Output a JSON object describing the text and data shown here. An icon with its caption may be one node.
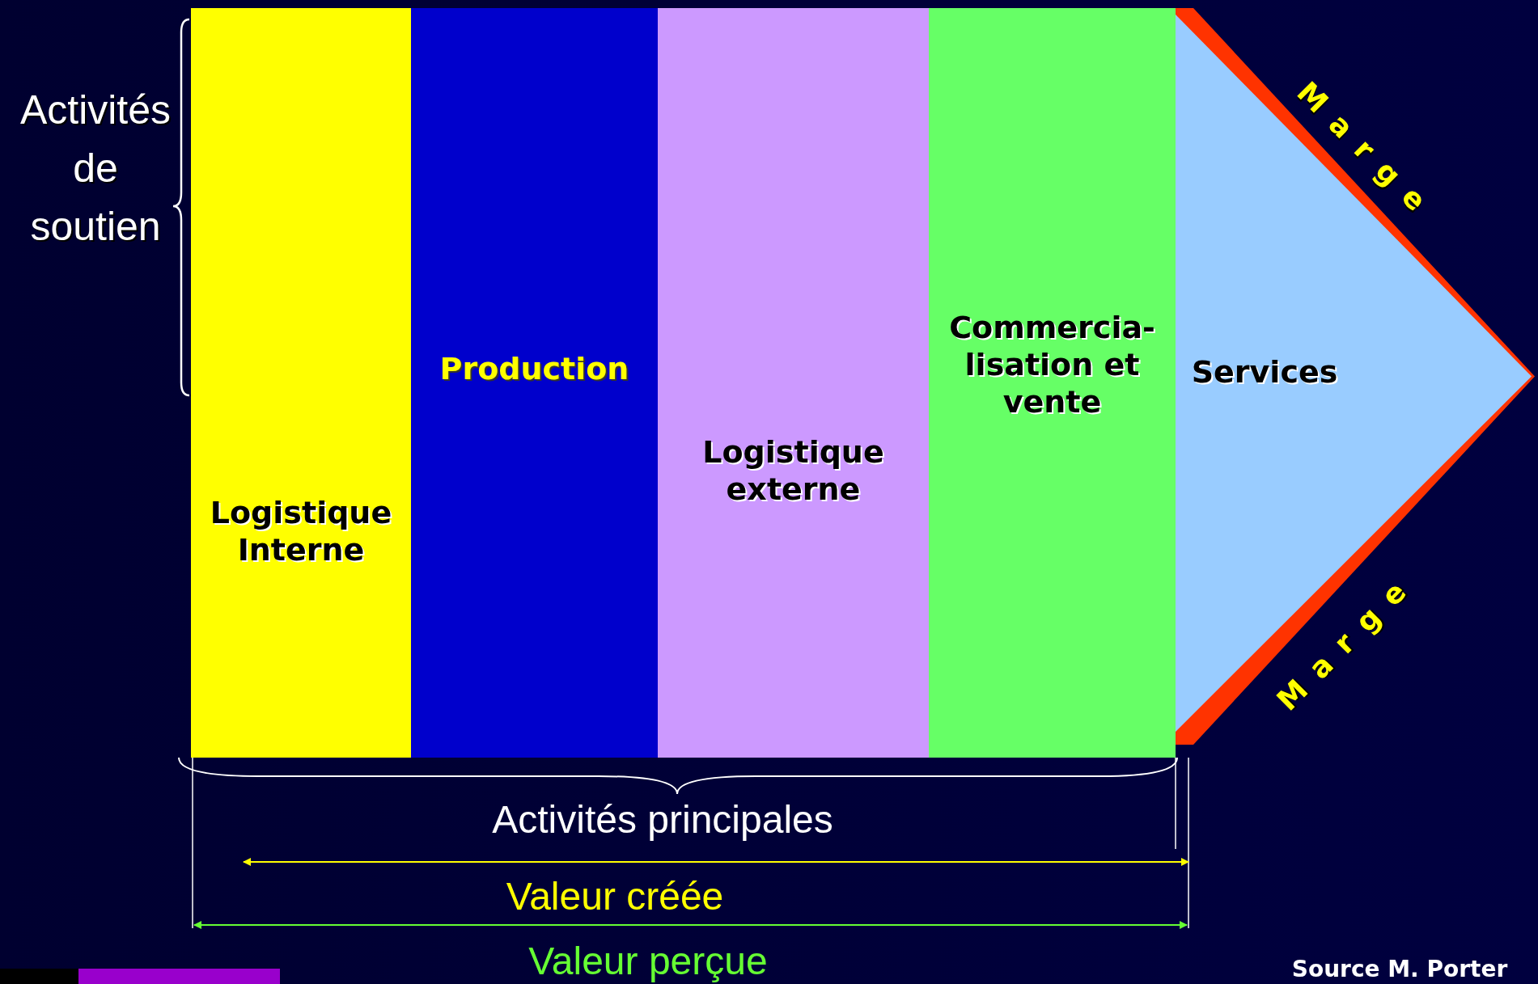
{
  "diagram": {
    "nodes": [
      {
        "text": [
          "Logistique Interne"
        ]
      },
      {
        "text": [
          "Production"
        ]
      },
      {
        "text": [
          "Logistique externe"
        ]
      },
      {
        "text": [
          "Commercia- lisation et vente"
        ]
      },
      {
        "text": [
          "Services"
        ]
      }
    ],
    "labels": [
      "Activités de soutien",
      "Marge",
      "Marge",
      "Activités principales",
      "Valeur créée",
      "Valeur perçue",
      "Source M. Porter"
    ]
  }
}
